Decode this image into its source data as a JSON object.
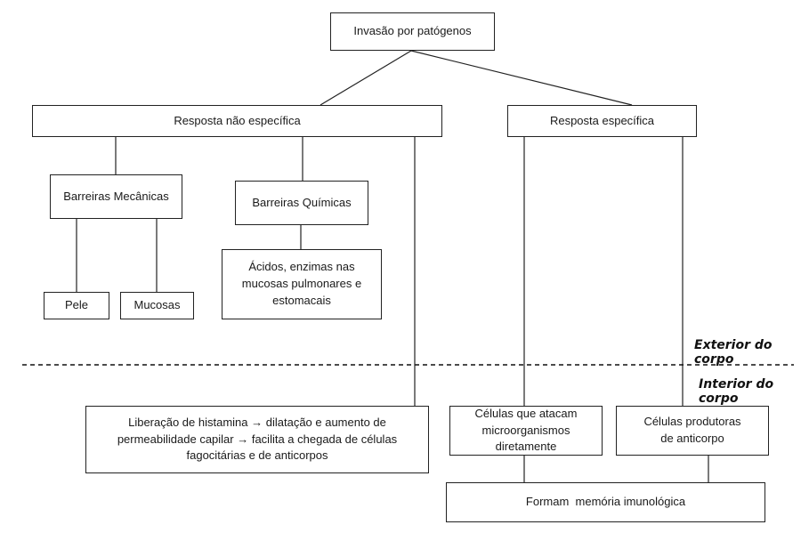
{
  "nodes": {
    "invasion": "Invasão por patógenos",
    "nonspecific": "Resposta não específica",
    "specific": "Resposta específica",
    "mechanical": "Barreiras Mecânicas",
    "chemical": "Barreiras Químicas",
    "skin": "Pele",
    "mucosa": "Mucosas",
    "acids": "Ácidos, enzimas nas mucosas pulmonares e estomacais",
    "histamine": "Liberação de histamina → dilatação e aumento de permeabilidade capilar → facilita a chegada de células fagocitárias e de anticorpos",
    "attack_cells": "Células que atacam microorganismos diretamente",
    "antibody_cells": "Células produtoras de anticorpo",
    "memory": "Formam  memória imunológica"
  },
  "zones": {
    "exterior": "Exterior do corpo",
    "interior": "Interior do corpo"
  }
}
